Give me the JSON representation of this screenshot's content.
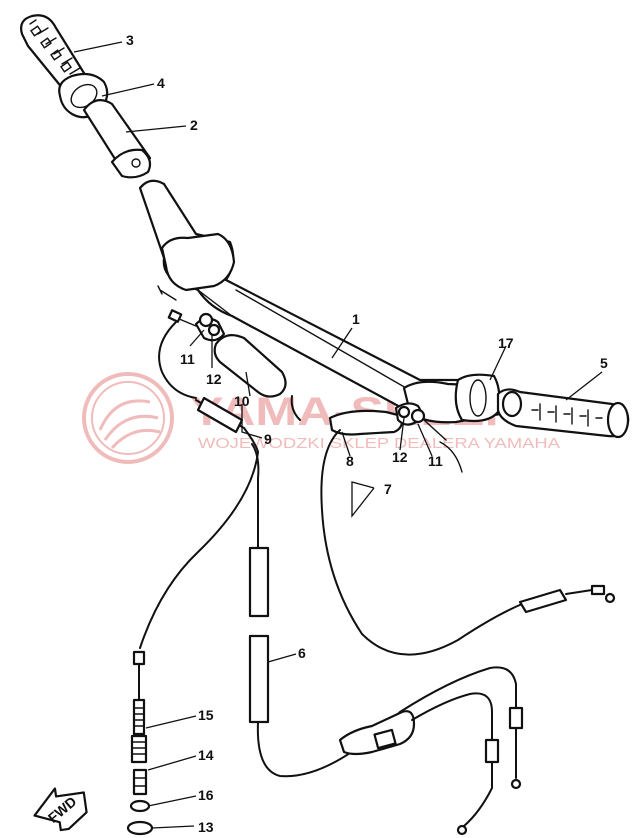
{
  "watermark": {
    "title": "YAMA-SKLEP.PL",
    "subtitle": "WOJEWODZKI SKLEP DEALERA YAMAHA",
    "color": "#e06a6a"
  },
  "callouts": [
    {
      "id": "3",
      "text": "3"
    },
    {
      "id": "4",
      "text": "4"
    },
    {
      "id": "2",
      "text": "2"
    },
    {
      "id": "1",
      "text": "1"
    },
    {
      "id": "17",
      "text": "17"
    },
    {
      "id": "5",
      "text": "5"
    },
    {
      "id": "11a",
      "text": "11"
    },
    {
      "id": "12a",
      "text": "12"
    },
    {
      "id": "10",
      "text": "10"
    },
    {
      "id": "9",
      "text": "9"
    },
    {
      "id": "8",
      "text": "8"
    },
    {
      "id": "12b",
      "text": "12"
    },
    {
      "id": "11b",
      "text": "11"
    },
    {
      "id": "7",
      "text": "7"
    },
    {
      "id": "6",
      "text": "6"
    },
    {
      "id": "15",
      "text": "15"
    },
    {
      "id": "14",
      "text": "14"
    },
    {
      "id": "16",
      "text": "16"
    },
    {
      "id": "13",
      "text": "13"
    }
  ],
  "fwd_label": "FWD"
}
